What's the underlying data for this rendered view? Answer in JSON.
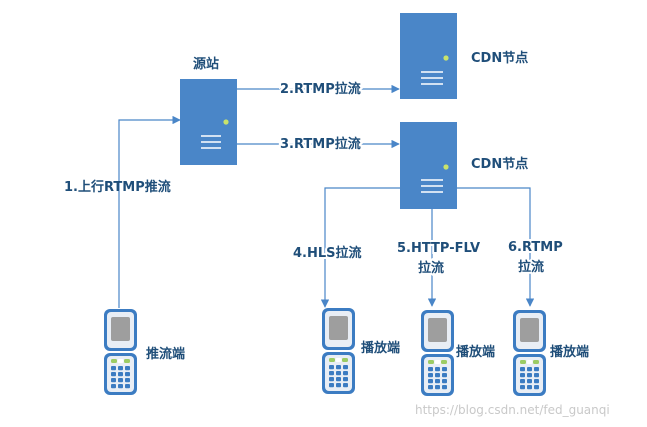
{
  "nodes": {
    "origin": "源站",
    "cdn_top": "CDN节点",
    "cdn_mid": "CDN节点",
    "pusher": "推流端",
    "player_hls": "播放端",
    "player_flv": "播放端",
    "player_rtmp": "播放端"
  },
  "edges": {
    "upload": "1.上行RTMP推流",
    "pull_rtmp_top": "2.RTMP拉流",
    "pull_rtmp_mid": "3.RTMP拉流",
    "pull_hls": "4.HLS拉流",
    "pull_flv_line1": "5.HTTP-FLV",
    "pull_flv_line2": "拉流",
    "pull_rtmp_player_line1": "6.RTMP",
    "pull_rtmp_player_line2": "拉流"
  },
  "watermark": "https://blog.csdn.net/fed_guanqi",
  "colors": {
    "server": "#4a86c8",
    "label": "#1f4e79",
    "led": "#c9e36b"
  }
}
